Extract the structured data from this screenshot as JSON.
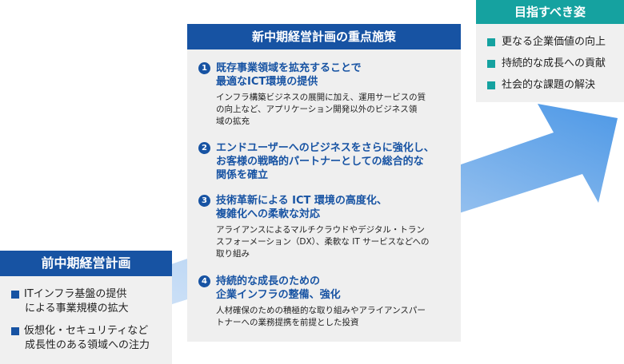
{
  "colors": {
    "primary_blue": "#1753a3",
    "teal": "#15a2a0",
    "arrow_blue": "#5aa0e8",
    "panel_gray": "#efefef"
  },
  "previous_plan": {
    "title": "前中期経営計画",
    "items": [
      {
        "line1": "ITインフラ基盤の提供",
        "line2": "による事業規模の拡大"
      },
      {
        "line1": "仮想化・セキュリティなど",
        "line2": "成長性のある領域への注力"
      }
    ]
  },
  "new_plan": {
    "title": "新中期経営計画の重点施策",
    "points": [
      {
        "number": "1",
        "title": "既存事業領域を拡充することで\n最適なICT環境の提供",
        "description": "インフラ構築ビジネスの展開に加え、運用サービスの質\nの向上など、アプリケーション開発以外のビジネス領\n域の拡充"
      },
      {
        "number": "2",
        "title": "エンドユーザーへのビジネスをさらに強化し、\nお客様の戦略的パートナーとしての総合的な\n関係を確立",
        "description": ""
      },
      {
        "number": "3",
        "title": "技術革新による ICT 環境の高度化、\n複雑化への柔軟な対応",
        "description": "アライアンスによるマルチクラウドやデジタル・トラン\nスフォーメーション（DX）、柔軟な IT サービスなどへの\n取り組み"
      },
      {
        "number": "4",
        "title": "持続的な成長のための\n企業インフラの整備、強化",
        "description": "人材確保のための積極的な取り組みやアライアンスパー\nトナーへの業務提携を前提とした投資"
      }
    ]
  },
  "goals": {
    "title": "目指すべき姿",
    "items": [
      {
        "label": "更なる企業価値の向上"
      },
      {
        "label": "持続的な成長への貢献"
      },
      {
        "label": "社会的な課題の解決"
      }
    ]
  }
}
